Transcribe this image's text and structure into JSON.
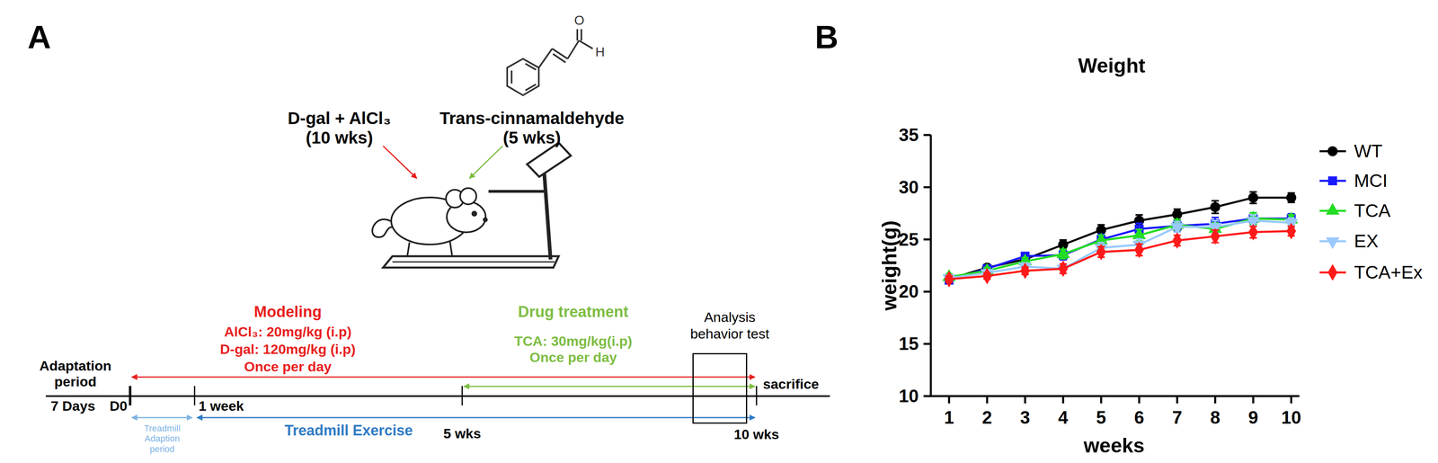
{
  "diagram": {
    "nodes": [
      {
        "text": [
          "Analysis behavior test"
        ]
      }
    ],
    "labels": [
      "A",
      "D-gal + AlCl₃ (10 wks)",
      "Trans-cinnamaldehyde (5 wks)",
      "O",
      "H",
      "Modeling",
      "AlCl₃: 20mg/kg (i.p)",
      "D-gal: 120mg/kg (i.p)",
      "Once per day",
      "Drug treatment",
      "TCA: 30mg/kg(i.p)",
      "Once per day",
      "Adaptation period",
      "sacrifice",
      "7 Days",
      "D0",
      "Treadmill Adaption period",
      "1 week",
      "Treadmill Exercise",
      "5 wks",
      "10 wks",
      "B",
      "Weight",
      "weight(g)",
      "weeks",
      "10",
      "15",
      "20",
      "25",
      "30",
      "35",
      "1",
      "2",
      "3",
      "4",
      "5",
      "6",
      "7",
      "8",
      "9",
      "10"
    ],
    "legend": [
      {
        "text": "WT"
      },
      {
        "text": "MCI"
      },
      {
        "text": "TCA"
      },
      {
        "text": "EX"
      },
      {
        "text": "TCA+Ex"
      }
    ]
  }
}
